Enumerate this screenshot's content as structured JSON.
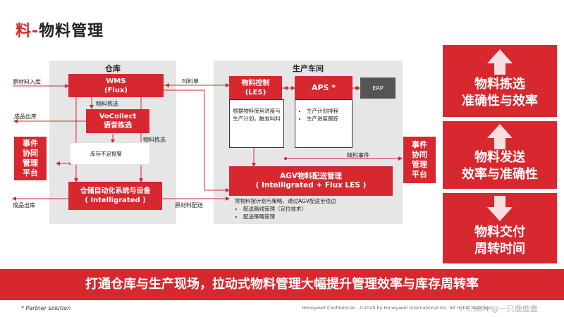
{
  "title": {
    "accent": "料-",
    "main": "物料管理"
  },
  "warehouse": {
    "title": "仓库",
    "wms": {
      "line1": "WMS",
      "line2": "(Flux)"
    },
    "vocollect": {
      "line1": "VoCollect",
      "line2": "语音拣选"
    },
    "picking_label_1": "物料拣选",
    "picking_label_2": "物料拣选",
    "stock_alert": "库存不足报警",
    "automation": {
      "line1": "仓储自动化系统与设备",
      "line2": "( Intelligrated )"
    },
    "raw_in": "原材料入库",
    "finished_out_1": "成品出库",
    "finished_out_2": "成品出库",
    "side": [
      "事件",
      "协同",
      "管理",
      "平台"
    ]
  },
  "workshop": {
    "title": "生产车间",
    "call_label": "叫料单",
    "les": {
      "line1": "物料控制",
      "line2": "(LES)"
    },
    "les_desc": "根据物料使用进度与生产计划，触发叫料",
    "aps": "APS *",
    "aps_items": [
      "生产计划排程",
      "生产进度跟踪"
    ],
    "erp": "ERP",
    "shortage": "缺料事件",
    "agv": {
      "line1": "AGV物料配送管理",
      "line2": "( Intelligrated + Flux LES )"
    },
    "agv_desc": "将物料按计划与策略，通过AGV配送至线边",
    "agv_items": [
      "配送路线管理（定位技术）",
      "配送策略管理"
    ],
    "raw_delivery": "原材料配送",
    "side": [
      "事件",
      "协同",
      "管理",
      "平台"
    ]
  },
  "right_cards": [
    {
      "line1": "物料拣选",
      "line2": "准确性与效率"
    },
    {
      "line1": "物料发送",
      "line2": "效率与准确性"
    },
    {
      "line1": "物料交付",
      "line2": "周转时间"
    }
  ],
  "banner": "打通仓库与生产现场，拉动式物料管理大幅提升管理效率与库存周转率",
  "footer": {
    "left": "* Partner solution",
    "right": "Honeywell Confidential - ©2020 by Honeywell International Inc. All rights reserved.",
    "watermark": "CSDN @一只鹿鹿鹿"
  },
  "colors": {
    "accent": "#d7282f",
    "panel": "#e6e6e6",
    "erp": "#555555"
  }
}
